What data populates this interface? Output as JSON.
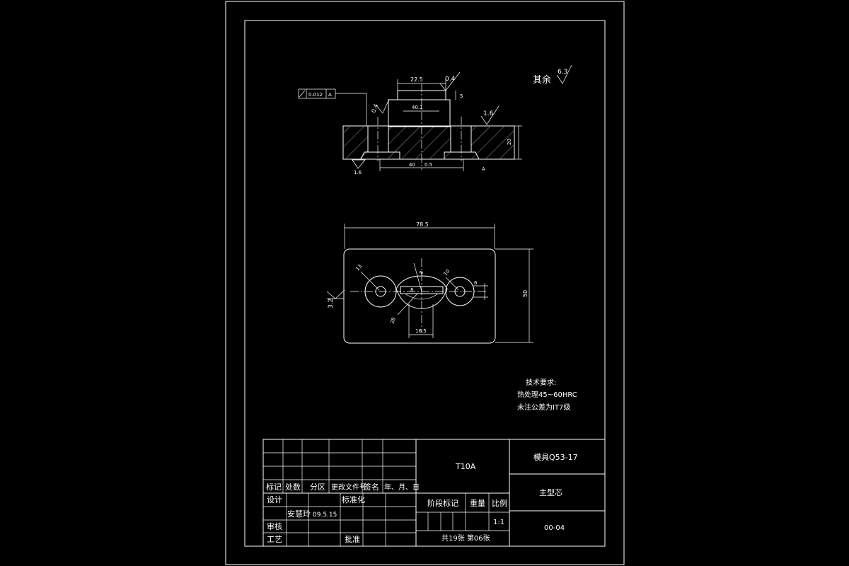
{
  "roughness": {
    "others_label": "其余",
    "others_value": "6.3",
    "top_right": "0.4",
    "upper_left": "0.4",
    "right": "1.6",
    "bottom_left": "1.6",
    "plan_left": "3.2"
  },
  "dims": {
    "top_width": "22.5",
    "top_height": "5",
    "boss_width": "40.1",
    "base_height": "20",
    "bottom_width": "40",
    "bottom_tol": "0.5",
    "tolerance_frame": "0.012",
    "datum": "A",
    "plan_width": "78.5",
    "plan_height": "50",
    "hole_r": "8",
    "radius_a": "13",
    "radius_b": "8",
    "radius_c": "10",
    "center_dist": "16.5",
    "radius_d": "28",
    "small_r": "6"
  },
  "tech_req": {
    "title": "技术要求:",
    "line1": "热处理45~60HRC",
    "line2": "未注公差为IT7级"
  },
  "title_block": {
    "h_mark": "标记",
    "h_count": "处数",
    "h_zone": "分区",
    "h_docno": "更改文件号",
    "h_sign": "签名",
    "h_date": "年、月、日",
    "design": "设计",
    "standard": "标准化",
    "designer": "安慧玲",
    "design_date": "09.5.15",
    "review": "审核",
    "process": "工艺",
    "approve": "批准",
    "material": "T10A",
    "stage_mark": "阶段标记",
    "weight": "重量",
    "scale_label": "比例",
    "scale": "1:1",
    "sheets": "共19张   第06张",
    "drawing_title": "模具Q53-17",
    "part_name": "主型芯",
    "drawing_no": "00-04"
  }
}
